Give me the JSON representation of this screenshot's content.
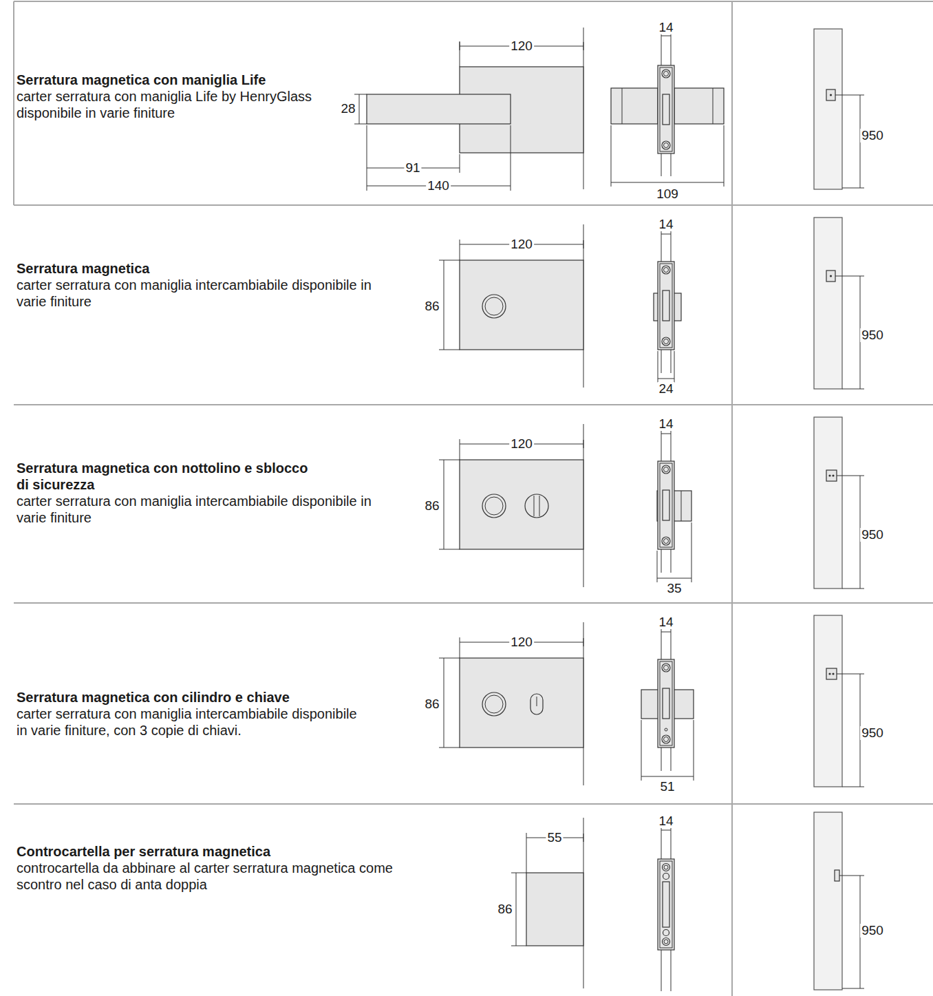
{
  "diagram": {
    "nodes": [
      {
        "text": [
          "Serratura magnetica con maniglia Life",
          "carter serratura con maniglia Life by HenryGlass disponibile in varie finiture"
        ]
      },
      {
        "text": [
          "Serratura magnetica",
          "carter serratura con maniglia intercambiabile disponibile in varie finiture"
        ]
      },
      {
        "text": [
          "Serratura magnetica con nottolino e sblocco di sicurezza",
          "carter serratura con maniglia intercambiabile disponibile in varie finiture"
        ]
      },
      {
        "text": [
          "Serratura magnetica con cilindro e chiave",
          "carter serratura con maniglia intercambiabile disponibile in varie finiture, con 3 copie di chiavi."
        ]
      },
      {
        "text": [
          "Controcartella per serratura magnetica",
          "controcartella da abbinare al carter serratura magnetica come scontro nel caso di anta doppia"
        ]
      }
    ],
    "labels": [
      "120",
      "28",
      "91",
      "140",
      "14",
      "109",
      "950",
      "120",
      "86",
      "14",
      "24",
      "950",
      "120",
      "86",
      "14",
      "35",
      "950",
      "120",
      "86",
      "14",
      "51",
      "950",
      "55",
      "86",
      "14",
      "950"
    ]
  }
}
